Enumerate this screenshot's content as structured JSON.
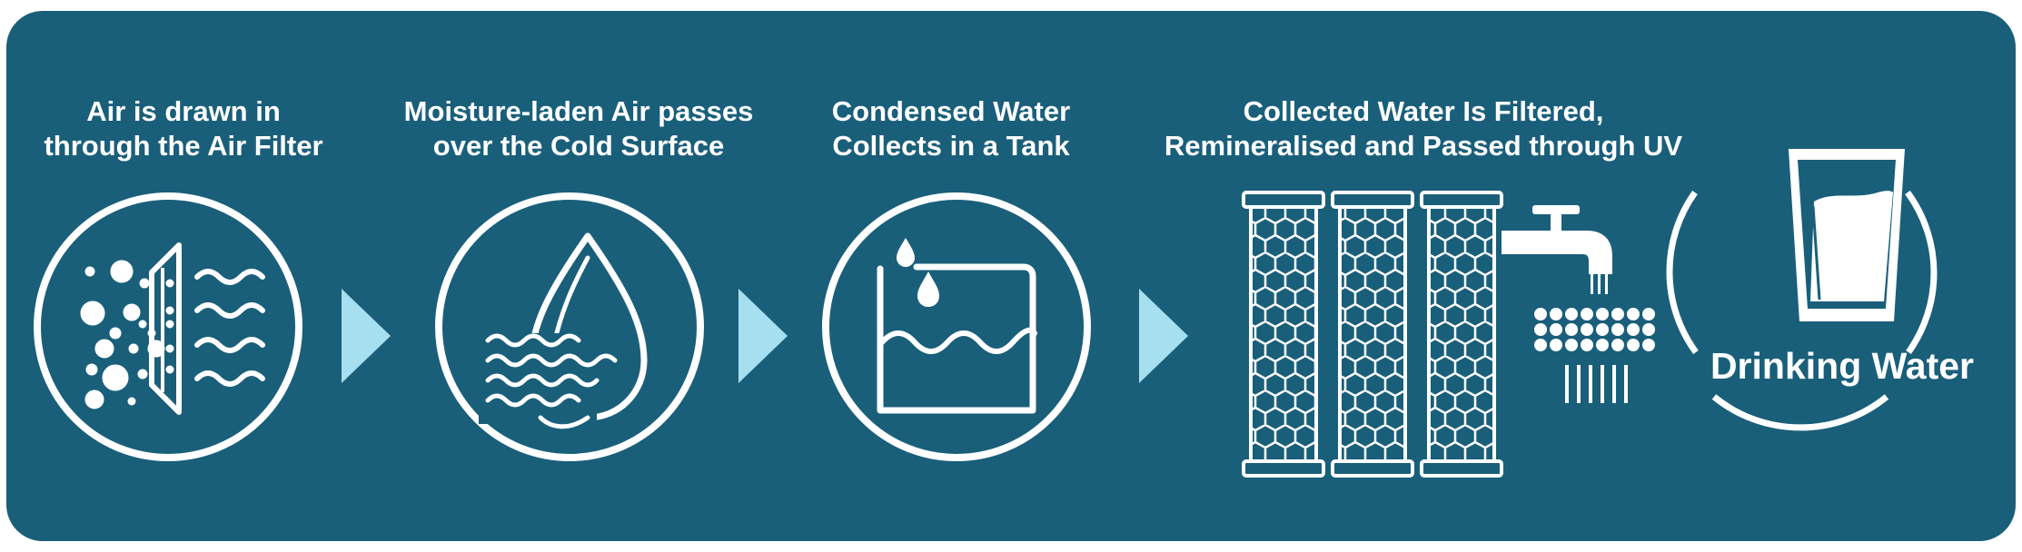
{
  "steps": [
    {
      "line1": "Air is drawn in",
      "line2": "through the Air Filter"
    },
    {
      "line1": "Moisture-laden Air passes",
      "line2": "over the Cold Surface"
    },
    {
      "line1": "Condensed Water",
      "line2": "Collects in a Tank"
    },
    {
      "line1": "Collected Water Is Filtered,",
      "line2": "Remineralised and Passed through UV"
    }
  ],
  "final": {
    "label": "Drinking Water"
  },
  "colors": {
    "background": "#1a5f7a",
    "arrow": "#a6dff0",
    "icon": "#ffffff"
  },
  "icons": [
    "air-filter-icon",
    "moisture-drop-icon",
    "water-tank-icon",
    "filter-cartridges-icon",
    "faucet-uv-icon",
    "drinking-glass-icon",
    "flow-arrow-icon"
  ]
}
